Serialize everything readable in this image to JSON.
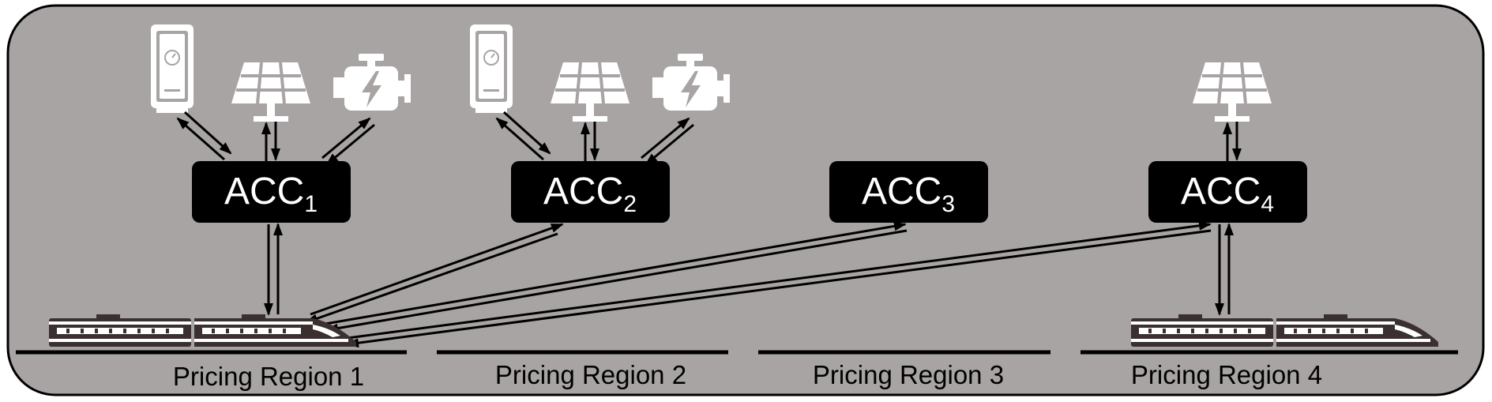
{
  "diagram": {
    "background": "#a8a4a3",
    "border_color": "#000000",
    "controllers": [
      {
        "id": "acc1",
        "label": "ACC",
        "subscript": "1",
        "resources": [
          "battery-icon",
          "solar-panel-icon",
          "engine-generator-icon"
        ]
      },
      {
        "id": "acc2",
        "label": "ACC",
        "subscript": "2",
        "resources": [
          "battery-icon",
          "solar-panel-icon",
          "engine-generator-icon"
        ]
      },
      {
        "id": "acc3",
        "label": "ACC",
        "subscript": "3",
        "resources": []
      },
      {
        "id": "acc4",
        "label": "ACC",
        "subscript": "4",
        "resources": [
          "solar-panel-icon"
        ]
      }
    ],
    "regions": [
      {
        "label": "Pricing Region 1"
      },
      {
        "label": "Pricing Region 2"
      },
      {
        "label": "Pricing Region 3"
      },
      {
        "label": "Pricing Region 4"
      }
    ],
    "trains": [
      {
        "region": 1,
        "icon": "train-icon"
      },
      {
        "region": 4,
        "icon": "train-icon"
      }
    ],
    "links": [
      {
        "from": "train-region-1",
        "to": "acc1"
      },
      {
        "from": "train-region-1",
        "to": "acc2"
      },
      {
        "from": "train-region-1",
        "to": "acc3"
      },
      {
        "from": "train-region-1",
        "to": "acc4"
      },
      {
        "from": "train-region-4",
        "to": "acc4"
      }
    ]
  }
}
